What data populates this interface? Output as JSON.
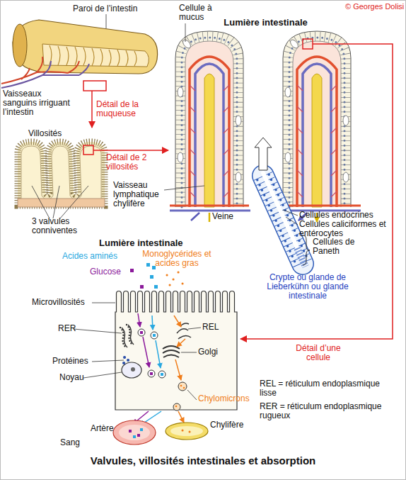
{
  "diagram": {
    "title": "Valvules, villosités intestinales et absorption",
    "nodes": [
      {
        "text": [
          "Paroi de l’intestin"
        ]
      },
      {
        "text": [
          "Villosités"
        ]
      },
      {
        "text": [
          "Lumière intestinale"
        ]
      },
      {
        "text": [
          "Lumière intestinale"
        ]
      }
    ],
    "edges": [
      {
        "from": 0,
        "to": 1,
        "label": "Détail de la muqueuse",
        "arrow": "to"
      },
      {
        "from": 1,
        "to": 2,
        "label": "Détail de 2 villosités",
        "arrow": "to"
      },
      {
        "from": 2,
        "to": 3,
        "label": "Détail d’une cellule",
        "arrow": "to"
      }
    ],
    "labels": [
      "© Georges Dolisi",
      "Cellule à mucus",
      "Vaisseaux sanguins irriguant l’intestin",
      "Vaisseau lymphatique chylifère",
      "Veine",
      "3 valvules conniventes",
      "Cellules endocrines",
      "Cellules caliciformes et entérocytes",
      "Cellules de Paneth",
      "Crypte ou glande de Lieberkühn ou glande intestinale",
      "Acides aminés",
      "Monoglycérides et acides gras",
      "Glucose",
      "Microvillosités",
      "RER",
      "REL",
      "Golgi",
      "Protéines",
      "Noyau",
      "Chylomicrons",
      "REL = réticulum endoplasmique lisse",
      "RER = réticulum endoplasmique rugueux",
      "Sang",
      "Artère",
      "Chylifère"
    ]
  }
}
